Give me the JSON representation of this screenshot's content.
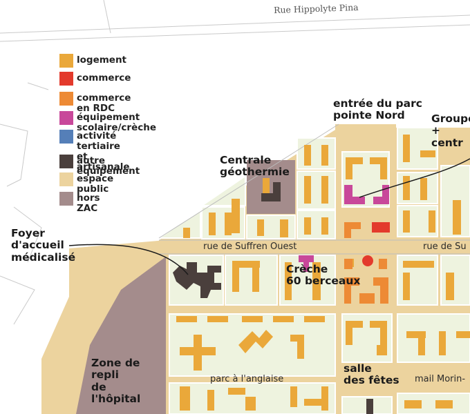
{
  "legend": {
    "items": [
      {
        "label": "logement",
        "color": "#eaa83a"
      },
      {
        "label": "commerce",
        "color": "#e33a2c"
      },
      {
        "label": "commerce en RDC",
        "color": "#ed8a35"
      },
      {
        "label": "équipement scolaire/crèche",
        "color": "#c8489a"
      },
      {
        "label": "activité tertiaire\net artisanale",
        "color": "#557fb8"
      },
      {
        "label": "autre équipement",
        "color": "#4a3f3c"
      },
      {
        "label": "espace public",
        "color": "#ecd39e"
      },
      {
        "label": "hors ZAC",
        "color": "#a48c8c"
      }
    ]
  },
  "labels": {
    "entree_parc": "entrée du parc\npointe Nord",
    "groupe": "Groupe\n+ centr",
    "centrale": "Centrale\ngéothermie",
    "foyer": "Foyer\nd'accueil\nmédicalisé",
    "creche": "Crèche\n60 berceaux",
    "zone_repli": "Zone de\nrepli\nde\nl'hôpital",
    "salle_fetes": "salle\ndes fêtes"
  },
  "streets": {
    "hippolyte": "Rue Hippolyte Pina",
    "suffren_ouest": "rue de Suffren Ouest",
    "suffren_right": "rue de Su",
    "parc_anglaise": "parc à l'anglaise",
    "mail_morin": "mail Morin-"
  },
  "colors": {
    "logement": "#eaa83a",
    "commerce": "#e33a2c",
    "commerce_rdc": "#ed8a35",
    "scolaire": "#c8489a",
    "tertiaire": "#557fb8",
    "autre": "#4a3f3c",
    "espace_public": "#ecd39e",
    "hors_zac": "#a48c8c",
    "block_green": "#eef3df"
  }
}
